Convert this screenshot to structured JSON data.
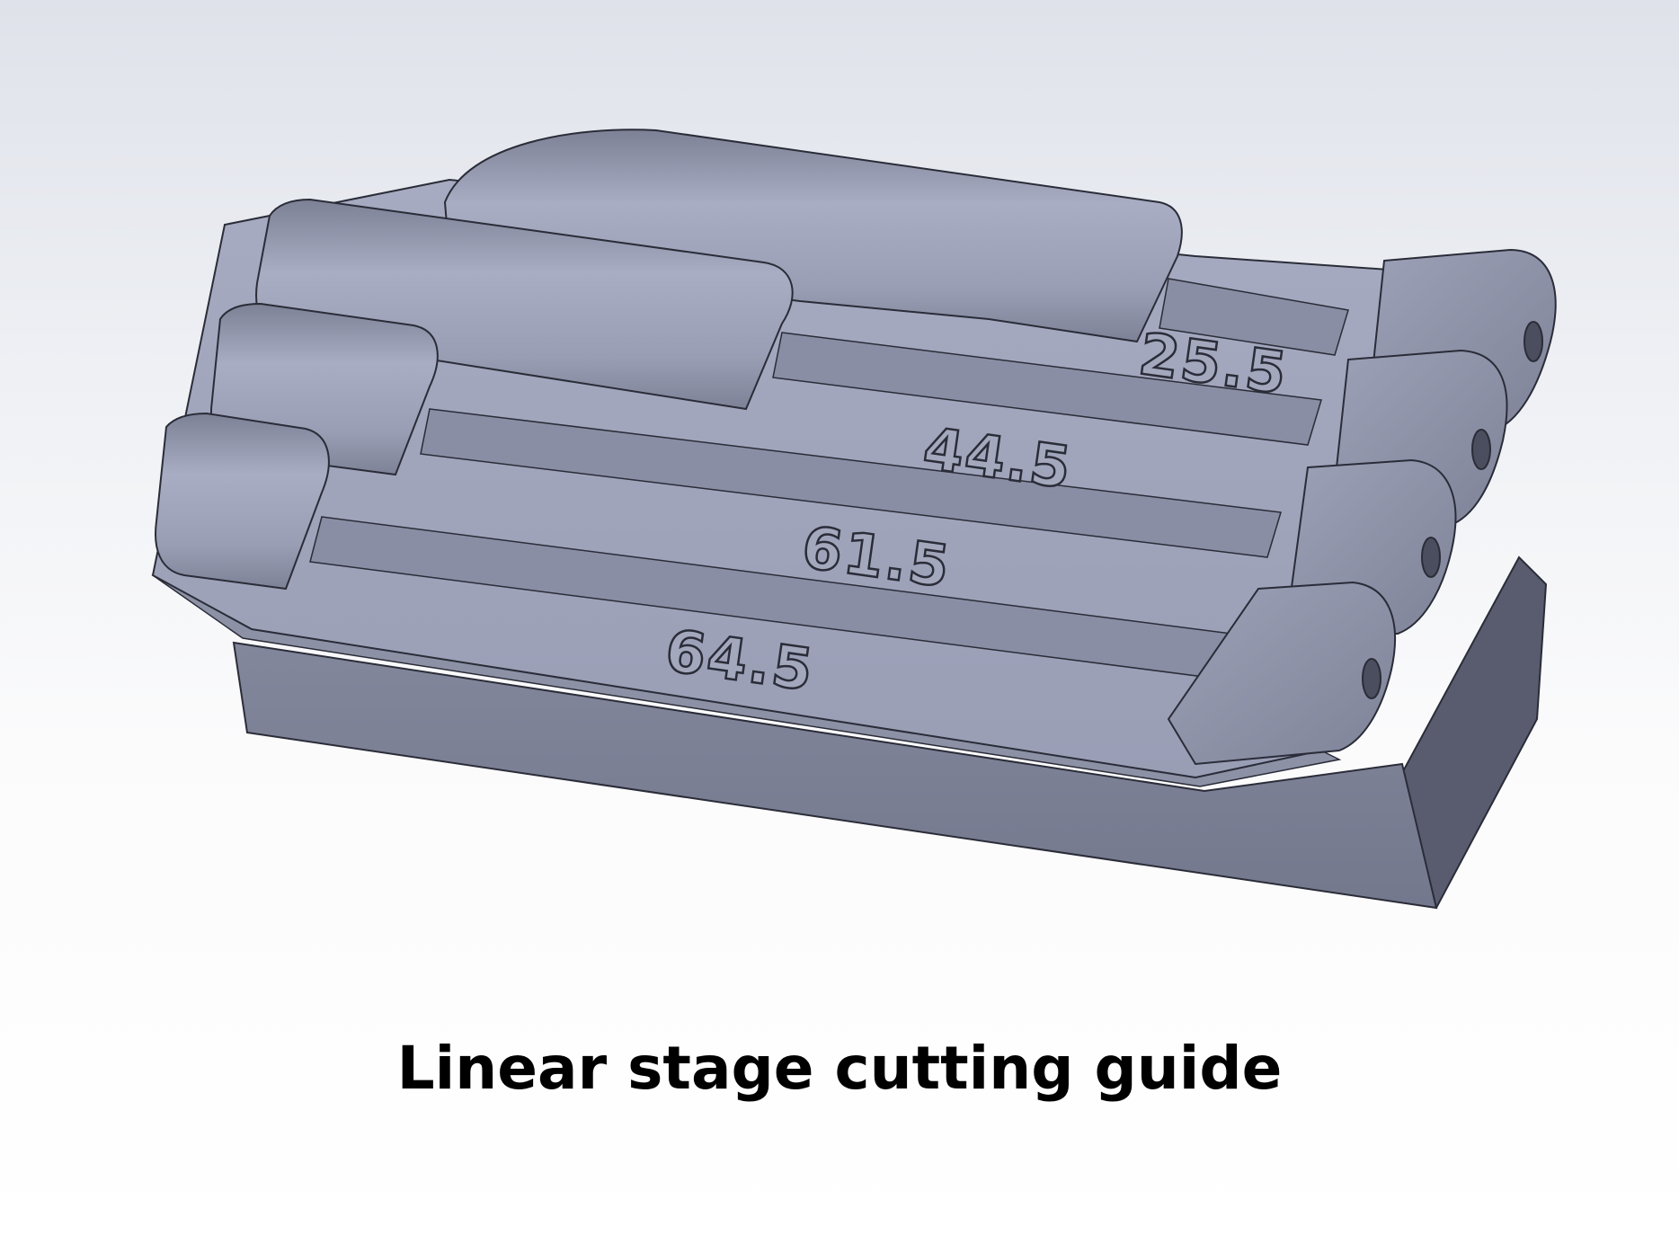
{
  "caption": "Linear stage cutting guide",
  "slot_labels": [
    "25.5",
    "44.5",
    "61.5",
    "64.5"
  ],
  "colors": {
    "part_light": "#a8acc2",
    "part_mid": "#9397ad",
    "part_dark": "#6f7388",
    "edge": "#2a2c38"
  }
}
